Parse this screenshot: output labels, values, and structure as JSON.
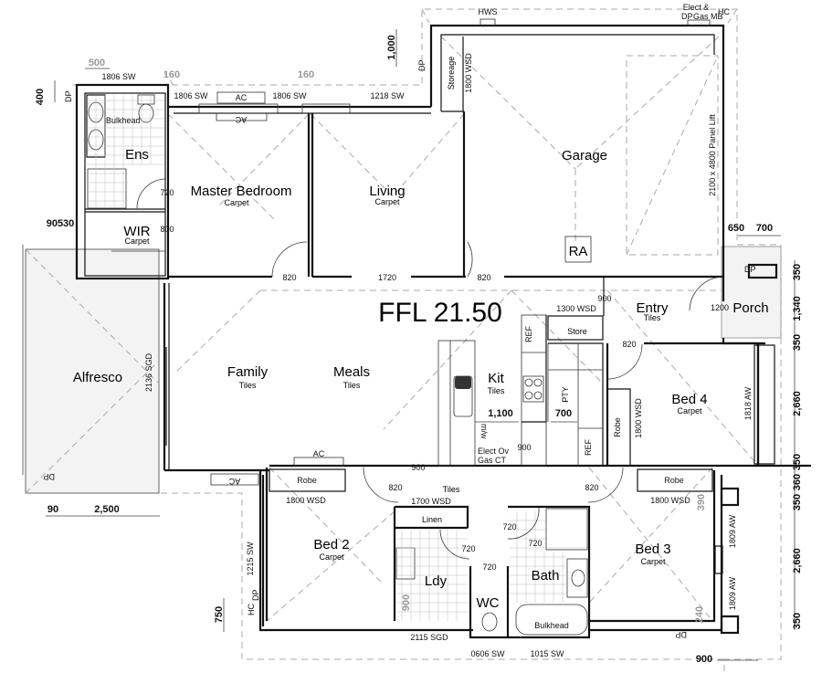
{
  "plan": {
    "ffl": "FFL 21.50",
    "rooms": {
      "ens": "Ens",
      "master": "Master Bedroom",
      "living": "Living",
      "garage": "Garage",
      "ra": "RA",
      "wir": "WIR",
      "entry": "Entry",
      "porch": "Porch",
      "family": "Family",
      "meals": "Meals",
      "kit": "Kit",
      "alfresco": "Alfresco",
      "bed4": "Bed 4",
      "bed2": "Bed 2",
      "bed3": "Bed 3",
      "bath": "Bath",
      "ldy": "Ldy",
      "wc": "WC",
      "store": "Store",
      "pty": "PTY",
      "storeage": "Storeage",
      "linen": "Linen"
    },
    "finishes": {
      "carpet": "Carpet",
      "tiles": "Tiles"
    },
    "fixtures": {
      "bulkhead": "Bulkhead",
      "ref": "REF",
      "robe": "Robe",
      "ac": "AC",
      "hws": "HWS",
      "elect": "Elect &",
      "gasmb": "Gas MB",
      "dp": "DP",
      "hc": "HC",
      "mw": "m/w",
      "elect_ov": "Elect Ov",
      "gas_ct": "Gas CT",
      "panel_lift": "2100 x 4800 Panel Lift"
    },
    "openings": [
      "1806 SW",
      "1806 SW",
      "1806 SW",
      "1218 SW",
      "1800 WSD",
      "720",
      "800",
      "820",
      "1720",
      "820",
      "900",
      "1200",
      "1300 WSD",
      "820",
      "1800 WSD",
      "1818 AW",
      "2136 SGD",
      "900",
      "900",
      "1700 WSD",
      "820",
      "820",
      "1800 WSD",
      "1800 WSD",
      "720",
      "720",
      "720",
      "720",
      "1809 AW",
      "1809 AW",
      "1215 SW",
      "2115 SGD",
      "0606 SW",
      "1015 SW",
      "1,100",
      "700"
    ],
    "dimensions": [
      "500",
      "160",
      "160",
      "1,000",
      "400",
      "90530",
      "650",
      "700",
      "350",
      "1,340",
      "350",
      "2,660",
      "350",
      "360",
      "350",
      "2,660",
      "350",
      "90",
      "2,500",
      "750",
      "900"
    ],
    "grey_dimensions": [
      "390",
      "240",
      "900"
    ]
  }
}
